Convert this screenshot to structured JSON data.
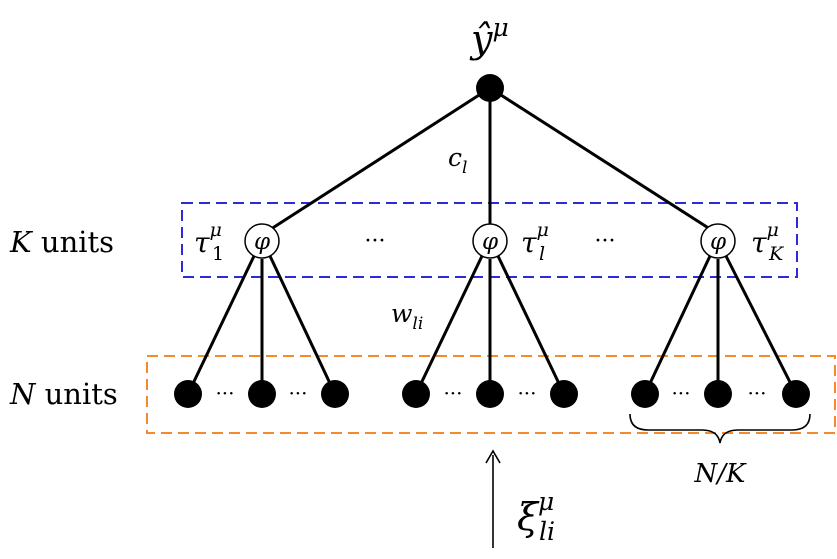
{
  "output": {
    "symbol": "ŷ",
    "sup": "μ"
  },
  "readout_weight": {
    "symbol": "c",
    "sub": "l"
  },
  "layer_labels": {
    "hidden": {
      "var": "K",
      "word": "units"
    },
    "input": {
      "var": "N",
      "word": "units"
    }
  },
  "activation_symbol": "φ",
  "hidden_units": [
    {
      "name": "τ",
      "sup": "μ",
      "sub": "1"
    },
    {
      "name": "τ",
      "sup": "μ",
      "sub": "l"
    },
    {
      "name": "τ",
      "sup": "μ",
      "sub": "K"
    }
  ],
  "ellipsis": "···",
  "input_ellipsis": "···",
  "input_weight": {
    "symbol": "w",
    "sub": "li"
  },
  "group_size": "N/K",
  "input_pattern": {
    "symbol": "ξ",
    "sup": "μ",
    "sub": "li"
  },
  "colors": {
    "hidden_box": "#2b2bd9",
    "input_box": "#f08c2a",
    "nodes": "#000000",
    "edges": "#000000"
  }
}
